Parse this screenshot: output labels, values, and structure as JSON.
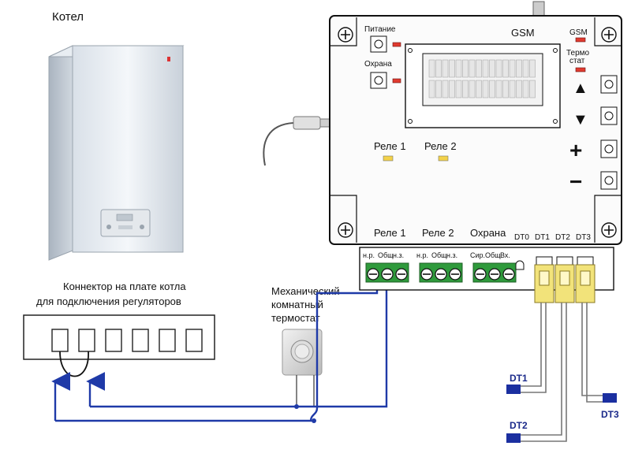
{
  "boiler": {
    "label": "Котел"
  },
  "connector": {
    "label_line1": "Коннектор на плате котла",
    "label_line2": "для подключения регуляторов",
    "slot_count": 6
  },
  "thermostat": {
    "label_line1": "Механический",
    "label_line2": "комнатный",
    "label_line3": "термостат"
  },
  "gsm_unit": {
    "title": "GSM",
    "power_label": "Питание",
    "guard_label": "Охрана",
    "gsm_led_label": "GSM",
    "thermo_label_line1": "Термо",
    "thermo_label_line2": "стат",
    "relay1_label": "Реле 1",
    "relay2_label": "Реле 2",
    "nav_up": "▲",
    "nav_down": "▼",
    "nav_plus": "+",
    "nav_minus": "−",
    "bottom_relay1": "Реле 1",
    "bottom_relay2": "Реле 2",
    "bottom_guard": "Охрана",
    "dt_ports": [
      "DT0",
      "DT1",
      "DT2",
      "DT3"
    ]
  },
  "terminals": {
    "block1": [
      "н.р.",
      "Общ",
      "н.з."
    ],
    "block2": [
      "н.р.",
      "Общ",
      "н.з."
    ],
    "block3": [
      "Сир.",
      "Общ",
      "Вх."
    ]
  },
  "sensors": {
    "dt1": "DT1",
    "dt2": "DT2",
    "dt3": "DT3"
  },
  "colors": {
    "wire": "#1f3aa8",
    "terminal_block": "#2f9a3c",
    "sensor_plug": "#f2e37a",
    "sensor_tip": "#1b2fa0"
  }
}
